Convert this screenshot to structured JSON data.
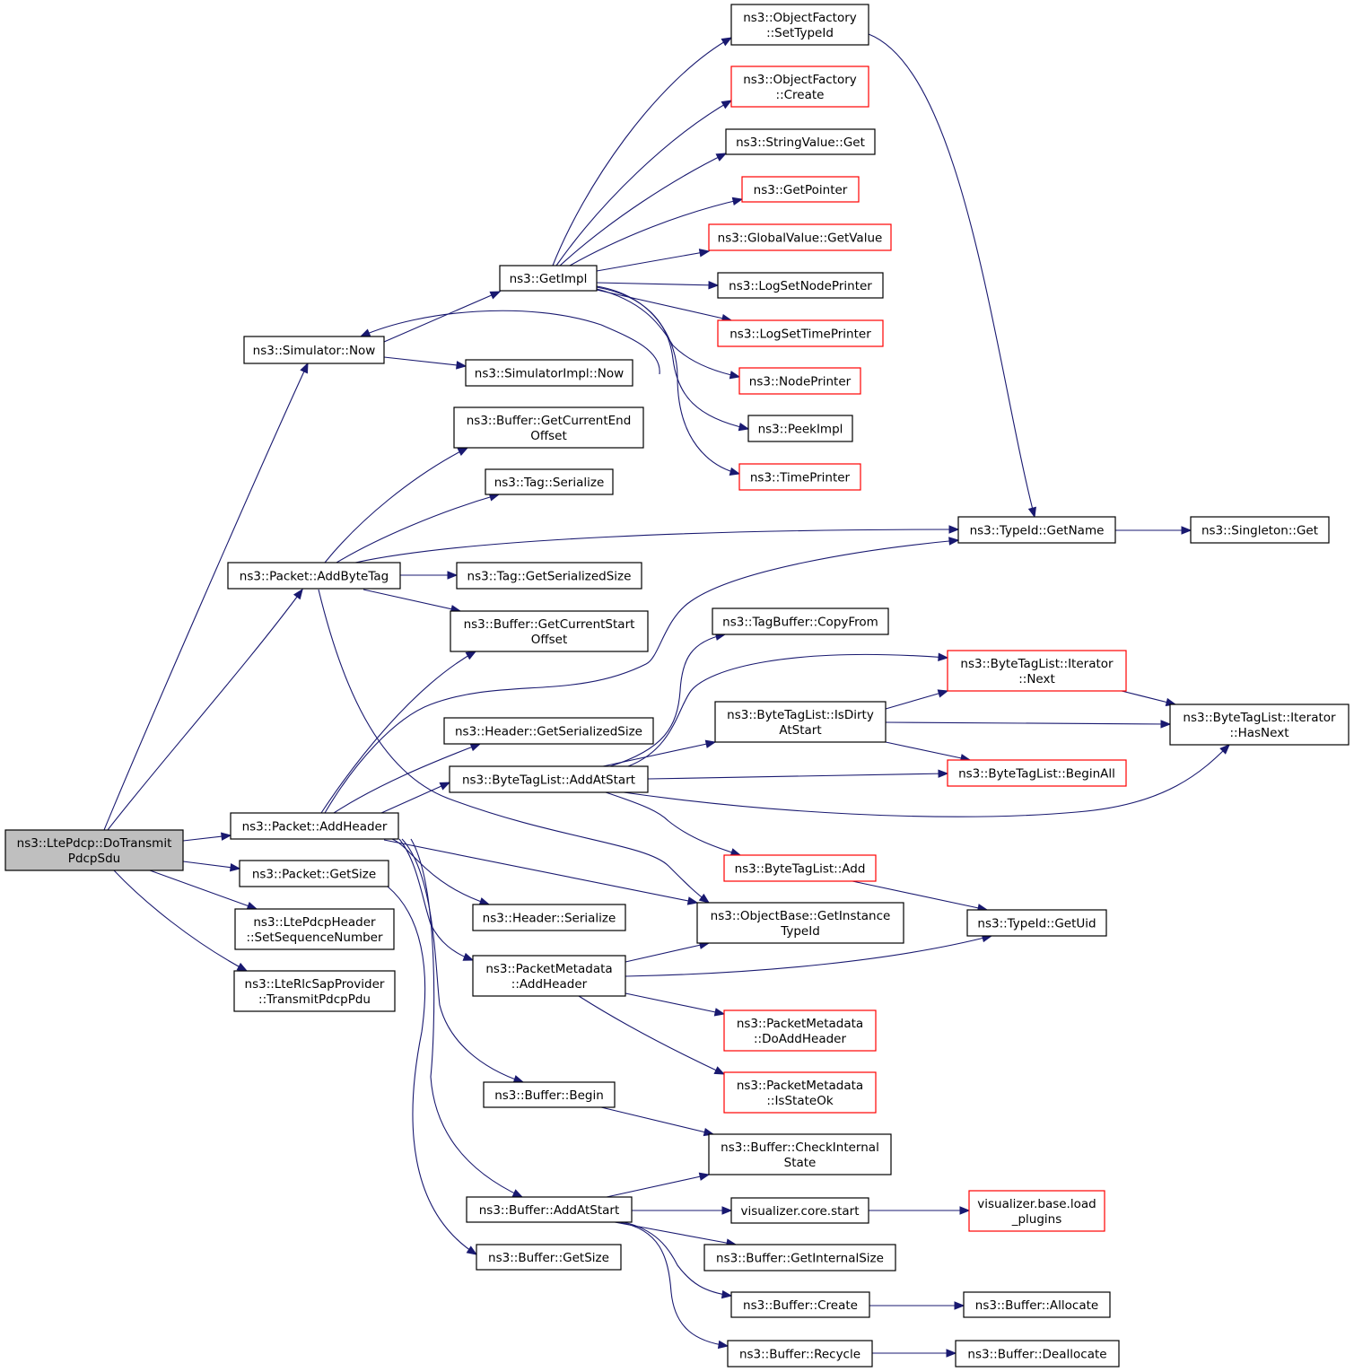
{
  "diagram": {
    "colors": {
      "edge": "#191970",
      "node_border": "#000000",
      "truncated_border": "#ff0000",
      "root_fill": "#bfbfbf",
      "background": "#ffffff"
    },
    "nodes": [
      {
        "id": "root",
        "lines": [
          "ns3::LtePdcp::DoTransmit",
          "PdcpSdu"
        ],
        "style": "root"
      },
      {
        "id": "sim_now",
        "lines": [
          "ns3::Simulator::Now"
        ],
        "style": "normal"
      },
      {
        "id": "get_impl",
        "lines": [
          "ns3::GetImpl"
        ],
        "style": "normal"
      },
      {
        "id": "simimpl_now",
        "lines": [
          "ns3::SimulatorImpl::Now"
        ],
        "style": "normal"
      },
      {
        "id": "of_settypeid",
        "lines": [
          "ns3::ObjectFactory",
          "::SetTypeId"
        ],
        "style": "normal"
      },
      {
        "id": "of_create",
        "lines": [
          "ns3::ObjectFactory",
          "::Create"
        ],
        "style": "truncated"
      },
      {
        "id": "stringvalue_get",
        "lines": [
          "ns3::StringValue::Get"
        ],
        "style": "normal"
      },
      {
        "id": "getpointer",
        "lines": [
          "ns3::GetPointer"
        ],
        "style": "truncated"
      },
      {
        "id": "gv_getvalue",
        "lines": [
          "ns3::GlobalValue::GetValue"
        ],
        "style": "truncated"
      },
      {
        "id": "log_node",
        "lines": [
          "ns3::LogSetNodePrinter"
        ],
        "style": "normal"
      },
      {
        "id": "log_time",
        "lines": [
          "ns3::LogSetTimePrinter"
        ],
        "style": "truncated"
      },
      {
        "id": "nodeprinter",
        "lines": [
          "ns3::NodePrinter"
        ],
        "style": "truncated"
      },
      {
        "id": "peekimpl",
        "lines": [
          "ns3::PeekImpl"
        ],
        "style": "normal"
      },
      {
        "id": "timeprinter",
        "lines": [
          "ns3::TimePrinter"
        ],
        "style": "truncated"
      },
      {
        "id": "buf_getcurend",
        "lines": [
          "ns3::Buffer::GetCurrentEnd",
          "Offset"
        ],
        "style": "normal"
      },
      {
        "id": "tag_serialize",
        "lines": [
          "ns3::Tag::Serialize"
        ],
        "style": "normal"
      },
      {
        "id": "pkt_addbytetag",
        "lines": [
          "ns3::Packet::AddByteTag"
        ],
        "style": "normal"
      },
      {
        "id": "tag_getsersize",
        "lines": [
          "ns3::Tag::GetSerializedSize"
        ],
        "style": "normal"
      },
      {
        "id": "buf_getcurstart",
        "lines": [
          "ns3::Buffer::GetCurrentStart",
          "Offset"
        ],
        "style": "normal"
      },
      {
        "id": "typeid_getname",
        "lines": [
          "ns3::TypeId::GetName"
        ],
        "style": "normal"
      },
      {
        "id": "singleton_get",
        "lines": [
          "ns3::Singleton::Get"
        ],
        "style": "normal"
      },
      {
        "id": "tagbuf_copyfrom",
        "lines": [
          "ns3::TagBuffer::CopyFrom"
        ],
        "style": "normal"
      },
      {
        "id": "btl_iter_next",
        "lines": [
          "ns3::ByteTagList::Iterator",
          "::Next"
        ],
        "style": "truncated"
      },
      {
        "id": "btl_isdirty",
        "lines": [
          "ns3::ByteTagList::IsDirty",
          "AtStart"
        ],
        "style": "normal"
      },
      {
        "id": "btl_iter_hasnext",
        "lines": [
          "ns3::ByteTagList::Iterator",
          "::HasNext"
        ],
        "style": "normal"
      },
      {
        "id": "hdr_getsersize",
        "lines": [
          "ns3::Header::GetSerializedSize"
        ],
        "style": "normal"
      },
      {
        "id": "btl_addatstart",
        "lines": [
          "ns3::ByteTagList::AddAtStart"
        ],
        "style": "normal"
      },
      {
        "id": "btl_beginall",
        "lines": [
          "ns3::ByteTagList::BeginAll"
        ],
        "style": "truncated"
      },
      {
        "id": "pkt_addheader",
        "lines": [
          "ns3::Packet::AddHeader"
        ],
        "style": "normal"
      },
      {
        "id": "btl_add",
        "lines": [
          "ns3::ByteTagList::Add"
        ],
        "style": "truncated"
      },
      {
        "id": "pkt_getsize",
        "lines": [
          "ns3::Packet::GetSize"
        ],
        "style": "normal"
      },
      {
        "id": "hdr_serialize",
        "lines": [
          "ns3::Header::Serialize"
        ],
        "style": "normal"
      },
      {
        "id": "objbase_getinst",
        "lines": [
          "ns3::ObjectBase::GetInstance",
          "TypeId"
        ],
        "style": "normal"
      },
      {
        "id": "typeid_getuid",
        "lines": [
          "ns3::TypeId::GetUid"
        ],
        "style": "normal"
      },
      {
        "id": "ltepdcphdr_setseq",
        "lines": [
          "ns3::LtePdcpHeader",
          "::SetSequenceNumber"
        ],
        "style": "normal"
      },
      {
        "id": "pm_addheader",
        "lines": [
          "ns3::PacketMetadata",
          "::AddHeader"
        ],
        "style": "normal"
      },
      {
        "id": "lterlc_transmit",
        "lines": [
          "ns3::LteRlcSapProvider",
          "::TransmitPdcpPdu"
        ],
        "style": "normal"
      },
      {
        "id": "pm_doaddheader",
        "lines": [
          "ns3::PacketMetadata",
          "::DoAddHeader"
        ],
        "style": "truncated"
      },
      {
        "id": "pm_isstateok",
        "lines": [
          "ns3::PacketMetadata",
          "::IsStateOk"
        ],
        "style": "truncated"
      },
      {
        "id": "buf_begin",
        "lines": [
          "ns3::Buffer::Begin"
        ],
        "style": "normal"
      },
      {
        "id": "buf_checkinternal",
        "lines": [
          "ns3::Buffer::CheckInternal",
          "State"
        ],
        "style": "normal"
      },
      {
        "id": "buf_addatstart",
        "lines": [
          "ns3::Buffer::AddAtStart"
        ],
        "style": "normal"
      },
      {
        "id": "vis_core_start",
        "lines": [
          "visualizer.core.start"
        ],
        "style": "normal"
      },
      {
        "id": "vis_base_load",
        "lines": [
          "visualizer.base.load",
          "_plugins"
        ],
        "style": "truncated"
      },
      {
        "id": "buf_getsize",
        "lines": [
          "ns3::Buffer::GetSize"
        ],
        "style": "normal"
      },
      {
        "id": "buf_getinternalsize",
        "lines": [
          "ns3::Buffer::GetInternalSize"
        ],
        "style": "normal"
      },
      {
        "id": "buf_create",
        "lines": [
          "ns3::Buffer::Create"
        ],
        "style": "normal"
      },
      {
        "id": "buf_allocate",
        "lines": [
          "ns3::Buffer::Allocate"
        ],
        "style": "normal"
      },
      {
        "id": "buf_recycle",
        "lines": [
          "ns3::Buffer::Recycle"
        ],
        "style": "normal"
      },
      {
        "id": "buf_deallocate",
        "lines": [
          "ns3::Buffer::Deallocate"
        ],
        "style": "normal"
      }
    ],
    "edges": [
      [
        "root",
        "sim_now"
      ],
      [
        "root",
        "pkt_addbytetag"
      ],
      [
        "root",
        "pkt_addheader"
      ],
      [
        "root",
        "pkt_getsize"
      ],
      [
        "root",
        "ltepdcphdr_setseq"
      ],
      [
        "root",
        "lterlc_transmit"
      ],
      [
        "sim_now",
        "get_impl"
      ],
      [
        "sim_now",
        "simimpl_now"
      ],
      [
        "get_impl",
        "sim_now"
      ],
      [
        "get_impl",
        "of_settypeid"
      ],
      [
        "get_impl",
        "of_create"
      ],
      [
        "get_impl",
        "stringvalue_get"
      ],
      [
        "get_impl",
        "getpointer"
      ],
      [
        "get_impl",
        "gv_getvalue"
      ],
      [
        "get_impl",
        "log_node"
      ],
      [
        "get_impl",
        "log_time"
      ],
      [
        "get_impl",
        "nodeprinter"
      ],
      [
        "get_impl",
        "peekimpl"
      ],
      [
        "get_impl",
        "timeprinter"
      ],
      [
        "of_settypeid",
        "typeid_getname"
      ],
      [
        "typeid_getname",
        "singleton_get"
      ],
      [
        "pkt_addbytetag",
        "buf_getcurend"
      ],
      [
        "pkt_addbytetag",
        "tag_serialize"
      ],
      [
        "pkt_addbytetag",
        "typeid_getname"
      ],
      [
        "pkt_addbytetag",
        "tag_getsersize"
      ],
      [
        "pkt_addbytetag",
        "buf_getcurstart"
      ],
      [
        "pkt_addbytetag",
        "objbase_getinst"
      ],
      [
        "pkt_addheader",
        "buf_getcurstart"
      ],
      [
        "pkt_addheader",
        "typeid_getname"
      ],
      [
        "pkt_addheader",
        "hdr_getsersize"
      ],
      [
        "pkt_addheader",
        "btl_addatstart"
      ],
      [
        "pkt_addheader",
        "objbase_getinst"
      ],
      [
        "pkt_addheader",
        "hdr_serialize"
      ],
      [
        "pkt_addheader",
        "pm_addheader"
      ],
      [
        "pkt_addheader",
        "buf_begin"
      ],
      [
        "pkt_addheader",
        "buf_addatstart"
      ],
      [
        "pkt_getsize",
        "buf_getsize"
      ],
      [
        "btl_addatstart",
        "tagbuf_copyfrom"
      ],
      [
        "btl_addatstart",
        "btl_iter_next"
      ],
      [
        "btl_addatstart",
        "btl_isdirty"
      ],
      [
        "btl_addatstart",
        "btl_beginall"
      ],
      [
        "btl_addatstart",
        "btl_iter_hasnext"
      ],
      [
        "btl_addatstart",
        "btl_add"
      ],
      [
        "btl_isdirty",
        "btl_iter_next"
      ],
      [
        "btl_isdirty",
        "btl_iter_hasnext"
      ],
      [
        "btl_isdirty",
        "btl_beginall"
      ],
      [
        "btl_iter_next",
        "btl_iter_hasnext"
      ],
      [
        "btl_add",
        "typeid_getuid"
      ],
      [
        "pm_addheader",
        "objbase_getinst"
      ],
      [
        "pm_addheader",
        "typeid_getuid"
      ],
      [
        "pm_addheader",
        "pm_doaddheader"
      ],
      [
        "pm_addheader",
        "pm_isstateok"
      ],
      [
        "buf_begin",
        "buf_checkinternal"
      ],
      [
        "buf_addatstart",
        "buf_checkinternal"
      ],
      [
        "buf_addatstart",
        "vis_core_start"
      ],
      [
        "buf_addatstart",
        "buf_getinternalsize"
      ],
      [
        "buf_addatstart",
        "buf_create"
      ],
      [
        "buf_addatstart",
        "buf_recycle"
      ],
      [
        "vis_core_start",
        "vis_base_load"
      ],
      [
        "buf_create",
        "buf_allocate"
      ],
      [
        "buf_recycle",
        "buf_deallocate"
      ]
    ]
  }
}
